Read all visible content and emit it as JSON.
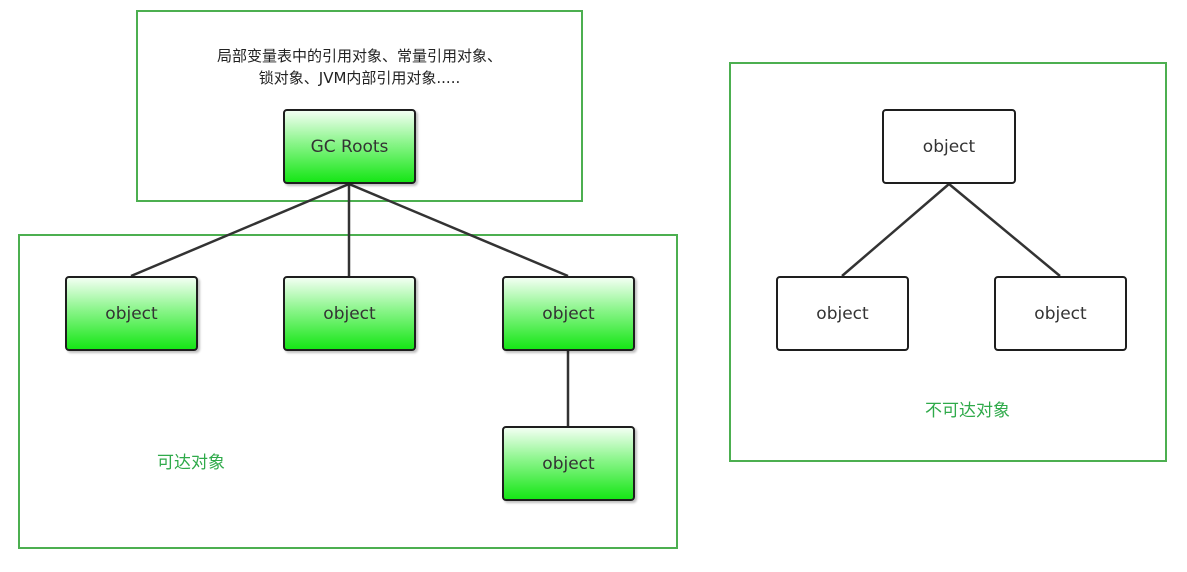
{
  "roots_note": {
    "line1": "局部变量表中的引用对象、常量引用对象、",
    "line2": "锁对象、JVM内部引用对象....."
  },
  "gc_roots": {
    "label": "GC Roots"
  },
  "reachable": {
    "label": "可达对象",
    "nodes": [
      "object",
      "object",
      "object",
      "object"
    ]
  },
  "unreachable": {
    "label": "不可达对象",
    "nodes": [
      "object",
      "object",
      "object"
    ]
  },
  "colors": {
    "frame_border": "#4caf50",
    "region_label": "#2faa4a",
    "reachable_fill": "#16e616",
    "node_border": "#1e1e1e",
    "link": "#333333"
  }
}
